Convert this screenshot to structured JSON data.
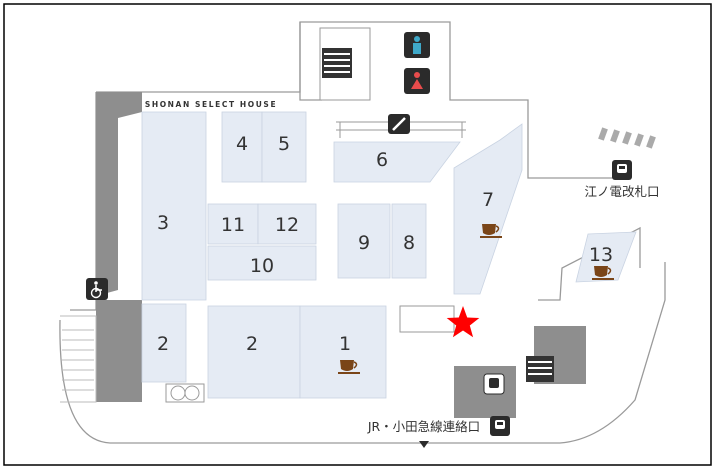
{
  "map": {
    "brand_sign": "SHONAN SELECT HOUSE",
    "current_location": "red-star",
    "colors": {
      "shop": "#e5ebf4",
      "outline": "#9a9a9a",
      "dark_block": "#8e8e8e",
      "star": "#ff0000",
      "cafe_icon": "#7a4518",
      "toilet_bg": "#2b2b2b",
      "toilet_male": "#3fa9c9",
      "toilet_female": "#e84c4c"
    },
    "shops": [
      {
        "id": "1",
        "label": "1",
        "cafe": true
      },
      {
        "id": "2a",
        "label": "2",
        "cafe": false
      },
      {
        "id": "2b",
        "label": "2",
        "cafe": false
      },
      {
        "id": "3",
        "label": "3",
        "cafe": false
      },
      {
        "id": "4",
        "label": "4",
        "cafe": false
      },
      {
        "id": "5",
        "label": "5",
        "cafe": false
      },
      {
        "id": "6",
        "label": "6",
        "cafe": false
      },
      {
        "id": "7",
        "label": "7",
        "cafe": true
      },
      {
        "id": "8",
        "label": "8",
        "cafe": false
      },
      {
        "id": "9",
        "label": "9",
        "cafe": false
      },
      {
        "id": "10",
        "label": "10",
        "cafe": false
      },
      {
        "id": "11",
        "label": "11",
        "cafe": false
      },
      {
        "id": "12",
        "label": "12",
        "cafe": false
      },
      {
        "id": "13",
        "label": "13",
        "cafe": true
      }
    ],
    "exits": {
      "enoden_gate": "江ノ電改札口",
      "jr_odakyu_connection": "JR・小田急線連絡口"
    },
    "icons": [
      "toilet-male-icon",
      "toilet-female-icon",
      "wheelchair-icon",
      "smoking-area-icon",
      "train-icon",
      "cafe-icon",
      "stairs-icon",
      "current-location-icon",
      "arrow-down-icon"
    ]
  }
}
